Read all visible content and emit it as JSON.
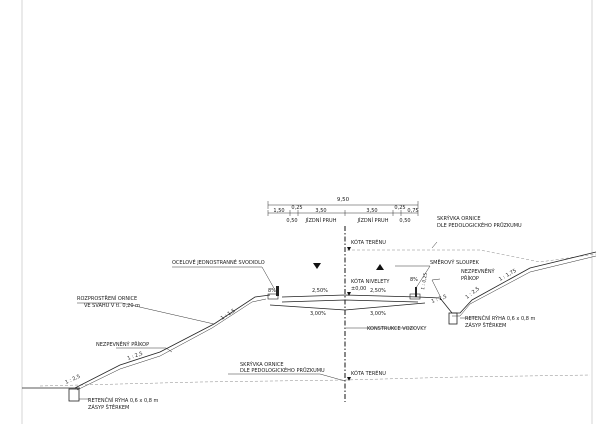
{
  "dimensions": {
    "total": "9,50",
    "row1": [
      "1,50",
      "0,25",
      "3,50",
      "3,50",
      "0,25",
      "0,75"
    ],
    "row2": [
      "0,50",
      "0,50"
    ],
    "lane_labels": [
      "JÍZDNÍ PRUH",
      "JÍZDNÍ PRUH"
    ]
  },
  "labels": {
    "kota_terenu_top": "KÓTA TERÉNU",
    "kota_terenu_bottom": "KÓTA TERÉNU",
    "skryvka_top_1": "SKRÝVKA ORNICE",
    "skryvka_top_2": "DLE PEDOLOGICKÉHO PRŮZKUMU",
    "skryvka_bottom_1": "SKRÝVKA ORNICE",
    "skryvka_bottom_2": "DLE PEDOLOGICKÉHO PRŮZKUMU",
    "svodidlo": "OCELOVÉ JEDNOSTRANNÉ SVODIDLO",
    "sloupek": "SMĚROVÝ SLOUPEK",
    "prikop_right_1": "NEZPEVNĚNÝ",
    "prikop_right_2": "PŘÍKOP",
    "prikop_left": "NEZPEVNĚNÝ PŘÍKOP",
    "kota_nivelety": "KÓTA NIVELETY",
    "kota_value": "±0,00",
    "konstrukce": "KONSTRUKCE VOZOVKY",
    "rozprostreni_1": "ROZPROSTŘENÍ ORNICE",
    "rozprostreni_2": "VE SVAHU V tl. 0,20 m",
    "retencni_right_1": "RETENČNÍ RÝHA 0,6 x 0,8 m",
    "retencni_right_2": "ZÁSYP ŠTĚRKEM",
    "retencni_left_1": "RETENČNÍ RÝHA 0,6 x 0,8 m",
    "retencni_left_2": "ZÁSYP ŠTĚRKEM"
  },
  "slopes": {
    "left_shoulder": "8%",
    "right_shoulder": "8%",
    "left_lane_top": "2,50%",
    "right_lane_top": "2,50%",
    "left_subgrade": "3,00%",
    "right_subgrade": "3,00%",
    "left_embankment": "1 : 1,5",
    "left_lower": "1 : 2,5",
    "right_cut_1": "1 : 2,5",
    "right_cut_2": "1 : 1,75",
    "right_ditch_small": "1 : 2,5",
    "right_shoulder_small": "1 : 0,25",
    "left_ditch": "1 : 2,5"
  }
}
